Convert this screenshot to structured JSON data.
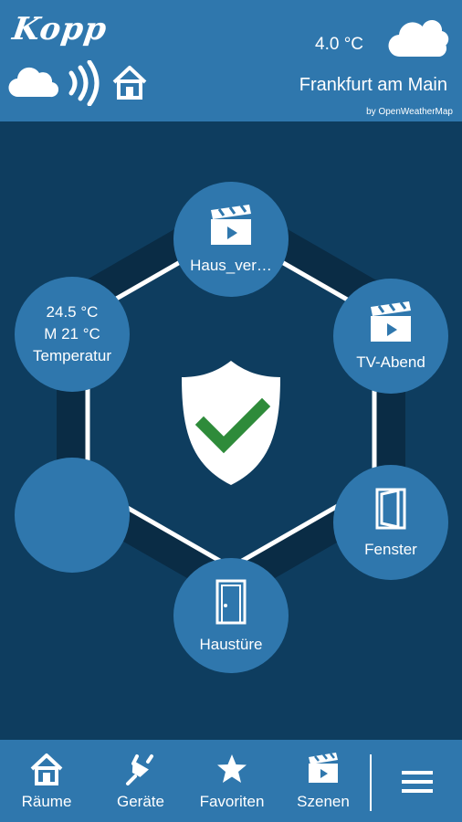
{
  "header": {
    "logo": "Kopp",
    "temperature": "4.0 °C",
    "city": "Frankfurt am Main",
    "attribution": "by OpenWeatherMap",
    "weather_icon": "cloudy-icon",
    "status_icons": [
      "cloud-icon",
      "wireless-signal-icon",
      "home-icon"
    ]
  },
  "nodes": {
    "top": {
      "label": "Haus_ver…",
      "icon": "clapperboard-icon"
    },
    "upper_right": {
      "label": "TV-Abend",
      "icon": "clapperboard-icon"
    },
    "lower_right": {
      "label": "Fenster",
      "icon": "window-icon"
    },
    "bottom": {
      "label": "Haustüre",
      "icon": "door-icon"
    },
    "lower_left": {
      "label": ""
    },
    "upper_left": {
      "temp_actual": "24.5 °C",
      "temp_setpoint": "M 21 °C",
      "label": "Temperatur"
    }
  },
  "center": {
    "icon": "shield-check-icon",
    "status_color": "#2e8b3a"
  },
  "tabs": [
    {
      "label": "Räume",
      "icon": "home-icon"
    },
    {
      "label": "Geräte",
      "icon": "plug-icon"
    },
    {
      "label": "Favoriten",
      "icon": "star-icon"
    },
    {
      "label": "Szenen",
      "icon": "clapperboard-icon"
    }
  ],
  "menu": {
    "icon": "hamburger-menu-icon"
  },
  "colors": {
    "accent": "#2f77ad",
    "background": "#0e3d5f",
    "ring": "#0a2c45"
  }
}
